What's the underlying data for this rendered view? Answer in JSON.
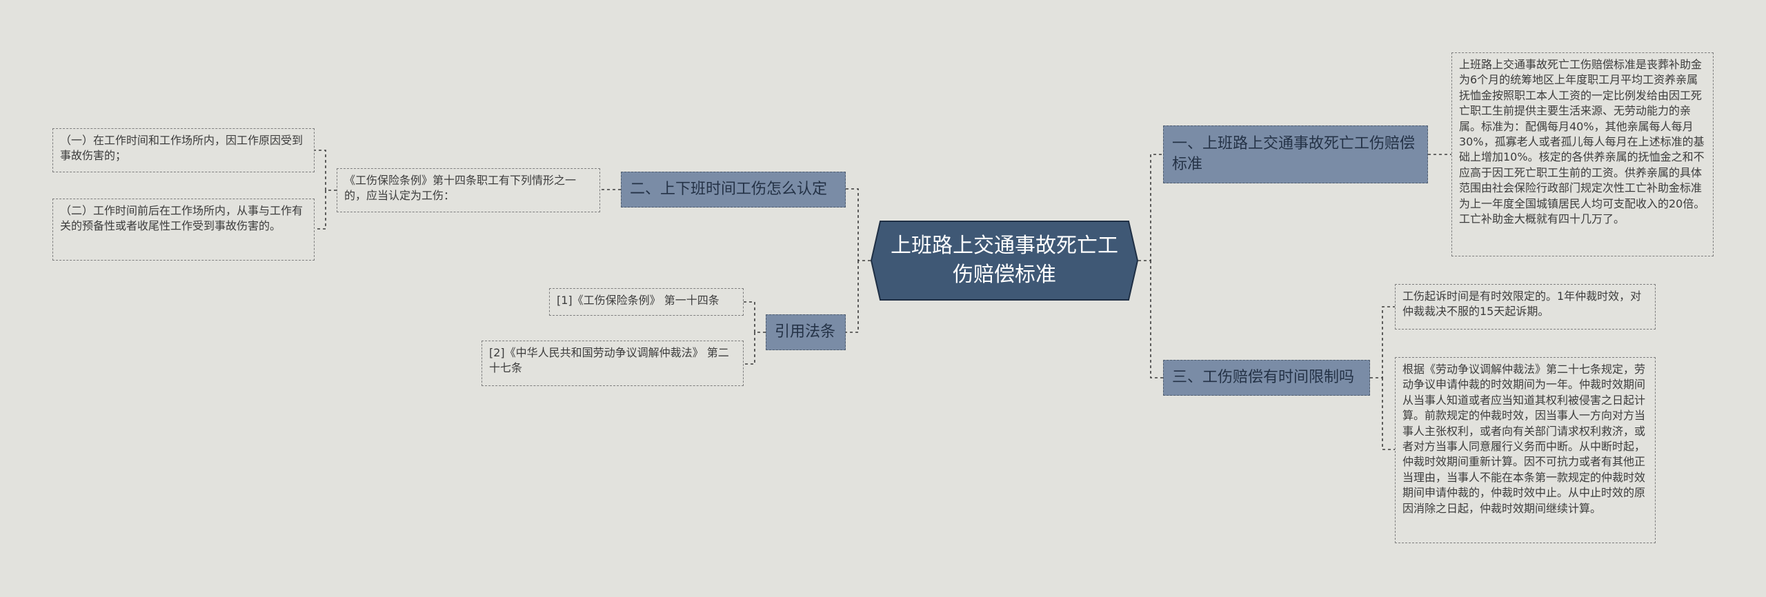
{
  "central": {
    "title": "上班路上交通事故死亡工伤赔偿标准"
  },
  "branches": {
    "b1": {
      "label": "一、上班路上交通事故死亡工伤赔偿标准",
      "leaves": [
        "上班路上交通事故死亡工伤赔偿标准是丧葬补助金为6个月的统筹地区上年度职工月平均工资养亲属抚恤金按照职工本人工资的一定比例发给由因工死亡职工生前提供主要生活来源、无劳动能力的亲属。标准为：配偶每月40%，其他亲属每人每月30%，孤寡老人或者孤儿每人每月在上述标准的基础上增加10%。核定的各供养亲属的抚恤金之和不应高于因工死亡职工生前的工资。供养亲属的具体范围由社会保险行政部门规定次性工亡补助金标准为上一年度全国城镇居民人均可支配收入的20倍。工亡补助金大概就有四十几万了。"
      ]
    },
    "b2": {
      "label": "二、上下班时间工伤怎么认定",
      "intermediate": "《工伤保险条例》第十四条职工有下列情形之一的，应当认定为工伤：",
      "leaves": [
        "（一）在工作时间和工作场所内，因工作原因受到事故伤害的；",
        "（二）工作时间前后在工作场所内，从事与工作有关的预备性或者收尾性工作受到事故伤害的。"
      ]
    },
    "b3": {
      "label": "三、工伤赔偿有时间限制吗",
      "leaves": [
        "工伤起诉时间是有时效限定的。1年仲裁时效，对仲裁裁决不服的15天起诉期。",
        "根据《劳动争议调解仲裁法》第二十七条规定，劳动争议申请仲裁的时效期间为一年。仲裁时效期间从当事人知道或者应当知道其权利被侵害之日起计算。前款规定的仲裁时效，因当事人一方向对方当事人主张权利，或者向有关部门请求权利救济，或者对方当事人同意履行义务而中断。从中断时起，仲裁时效期间重新计算。因不可抗力或者有其他正当理由，当事人不能在本条第一款规定的仲裁时效期间申请仲裁的，仲裁时效中止。从中止时效的原因消除之日起，仲裁时效期间继续计算。"
      ]
    },
    "b4": {
      "label": "引用法条",
      "leaves": [
        "[1]《工伤保险条例》 第一十四条",
        "[2]《中华人民共和国劳动争议调解仲裁法》 第二十七条"
      ]
    }
  },
  "colors": {
    "background": "#e2e2dd",
    "central_fill": "#3f5875",
    "central_border": "#1f2f44",
    "branch_fill": "#7a8ca6",
    "connector": "#3c3c3c"
  }
}
